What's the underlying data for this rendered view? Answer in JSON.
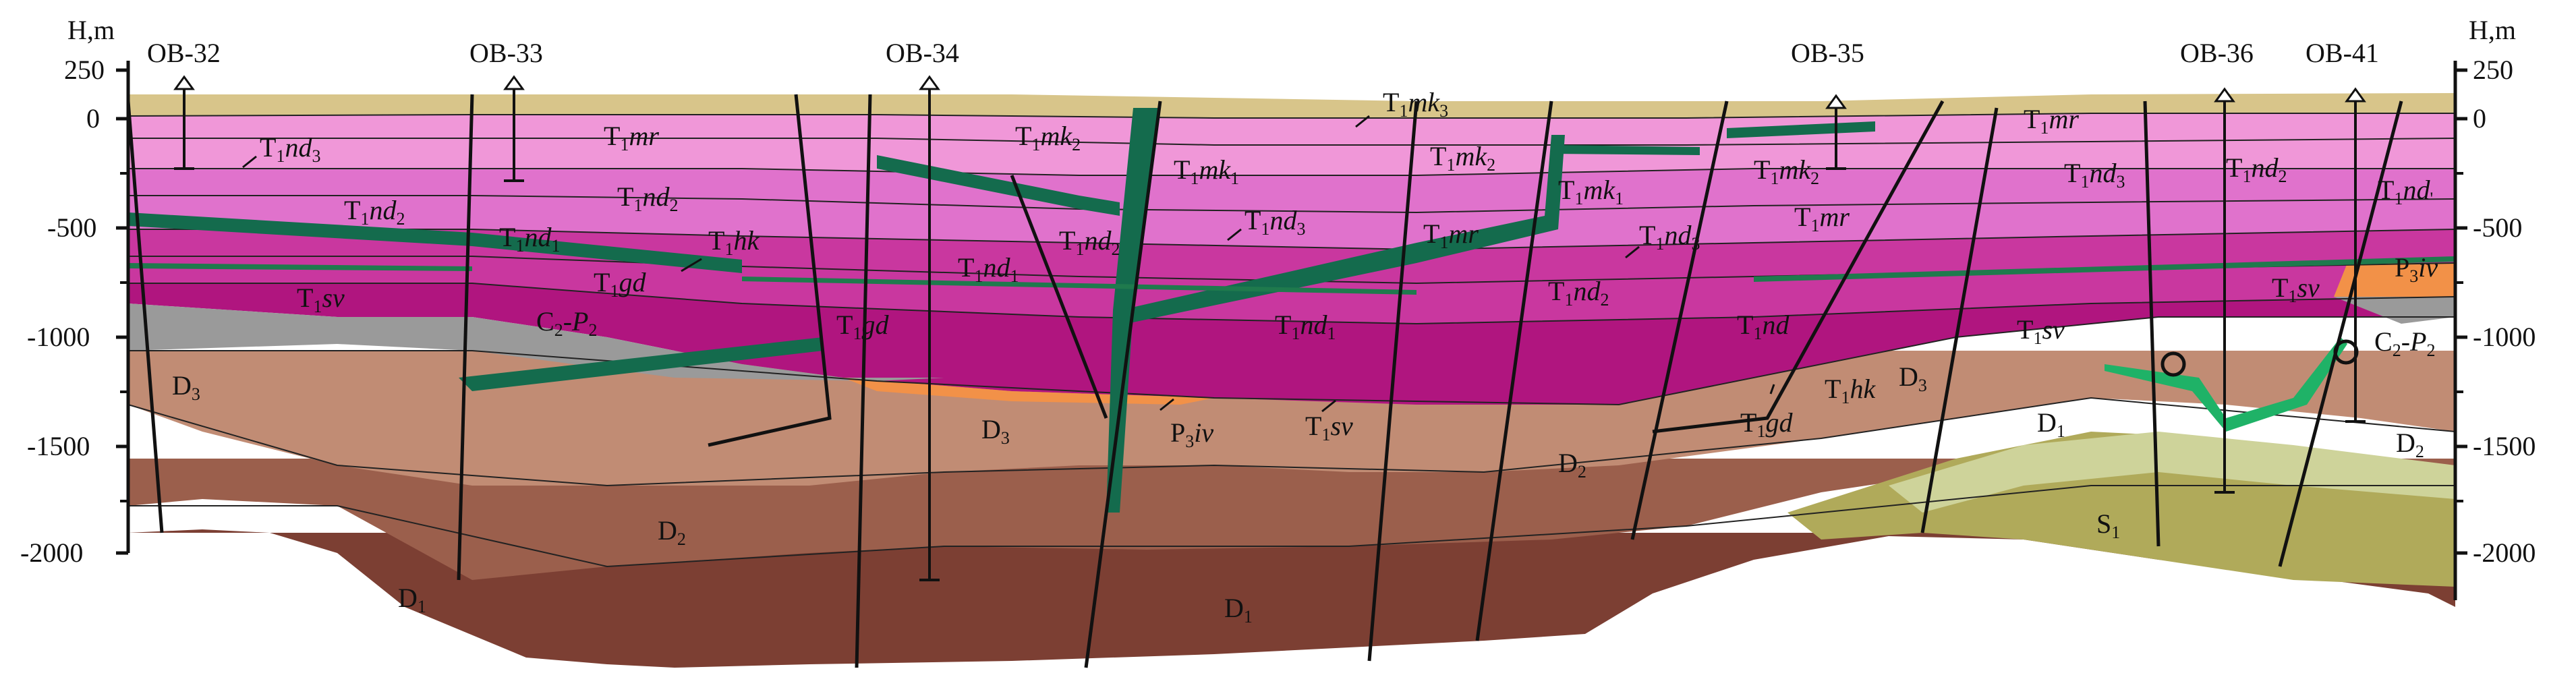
{
  "axis": {
    "title_left": "H,m",
    "title_right": "H,m",
    "ticks": [
      "250",
      "0",
      "-500",
      "-1000",
      "-1500",
      "-2000"
    ]
  },
  "wells": [
    {
      "id": "well-ob-32",
      "label": "OB-32"
    },
    {
      "id": "well-ob-33",
      "label": "OB-33"
    },
    {
      "id": "well-ob-34",
      "label": "OB-34"
    },
    {
      "id": "well-ob-35",
      "label": "OB-35"
    },
    {
      "id": "well-ob-36",
      "label": "OB-36"
    },
    {
      "id": "well-ob-41",
      "label": "OB-41"
    }
  ],
  "units": {
    "t1nd3": {
      "up": "T",
      "sub": "1",
      "rest": "nd",
      "sub2": "3"
    },
    "t1nd2": {
      "up": "T",
      "sub": "1",
      "rest": "nd",
      "sub2": "2"
    },
    "t1nd1": {
      "up": "T",
      "sub": "1",
      "rest": "nd",
      "sub2": "1"
    },
    "t1hk": {
      "up": "T",
      "sub": "1",
      "rest": "hk",
      "sub2": ""
    },
    "t1gd": {
      "up": "T",
      "sub": "1",
      "rest": "gd",
      "sub2": ""
    },
    "t1sv": {
      "up": "T",
      "sub": "1",
      "rest": "sv",
      "sub2": ""
    },
    "t1mr": {
      "up": "T",
      "sub": "1",
      "rest": "mr",
      "sub2": ""
    },
    "t1mk1": {
      "up": "T",
      "sub": "1",
      "rest": "mk",
      "sub2": "1"
    },
    "t1mk2": {
      "up": "T",
      "sub": "1",
      "rest": "mk",
      "sub2": "2"
    },
    "t1mk3": {
      "up": "T",
      "sub": "1",
      "rest": "mk",
      "sub2": "3"
    },
    "t1nd": {
      "up": "T",
      "sub": "1",
      "rest": "nd",
      "sub2": ""
    },
    "t1nd_prime": {
      "up": "T",
      "sub": "1",
      "rest": "nd",
      "sub2": "'"
    },
    "c2p2": {
      "up": "C",
      "sub": "2",
      "rest": "-P",
      "sub2": "2"
    },
    "p3iv": {
      "up": "P",
      "sub": "3",
      "rest": "iv",
      "sub2": ""
    },
    "d3": {
      "up": "D",
      "sub": "3",
      "rest": "",
      "sub2": ""
    },
    "d2": {
      "up": "D",
      "sub": "2",
      "rest": "",
      "sub2": ""
    },
    "d1": {
      "up": "D",
      "sub": "1",
      "rest": "",
      "sub2": ""
    },
    "s1": {
      "up": "S",
      "sub": "1",
      "rest": "",
      "sub2": ""
    }
  },
  "colors": {
    "surface": "#d8c58a",
    "t1_light": "#f097d8",
    "t1_mid": "#e072cc",
    "t1_dark": "#c9379f",
    "t1_deep": "#b0157f",
    "t1sv": "#c0147a",
    "c2p2": "#9a9a9a",
    "p3iv": "#f29148",
    "d3": "#c18c74",
    "d2": "#9b5f4c",
    "d1": "#7c3f33",
    "s1": "#b0aa5a",
    "s1_light": "#ced39a",
    "intrusion": "#146b4d",
    "intrusion_light": "#1fb267"
  }
}
